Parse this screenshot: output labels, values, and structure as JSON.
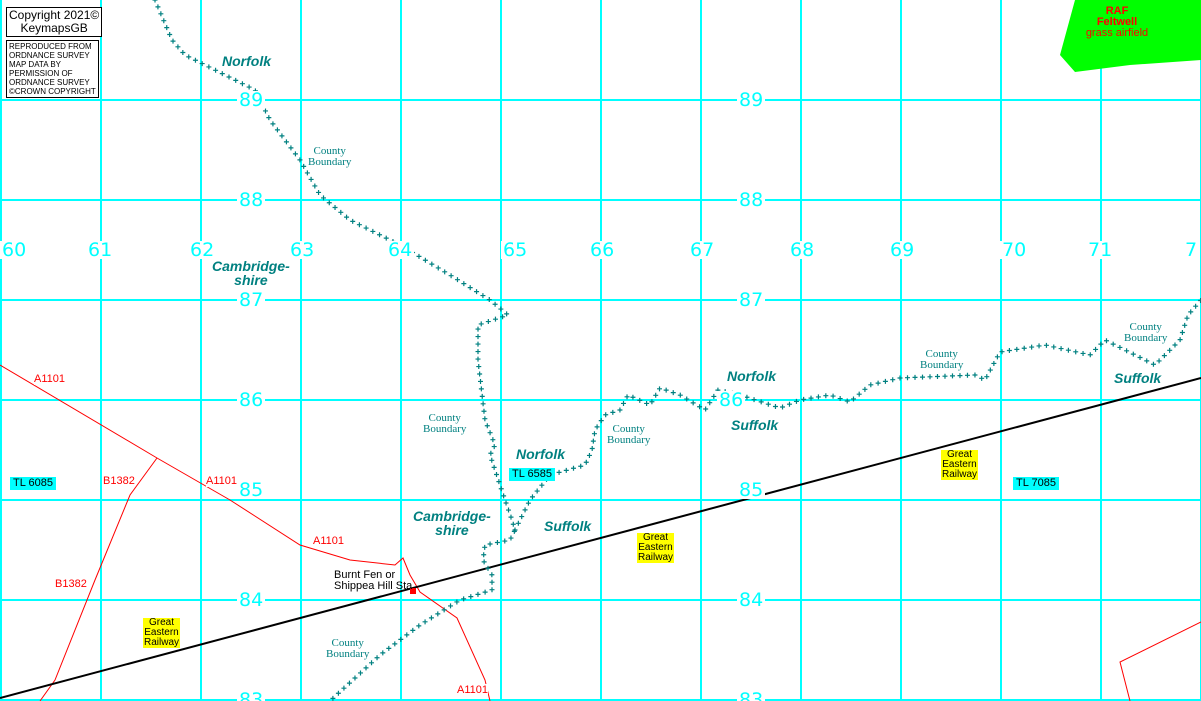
{
  "copyright": {
    "line1": "Copyright 2021©",
    "line2": "KeymapsGB"
  },
  "permission": [
    "REPRODUCED FROM",
    "ORDNANCE SURVEY",
    "MAP DATA BY",
    "PERMISSION OF",
    "ORDNANCE SURVEY",
    "©CROWN COPYRIGHT"
  ],
  "airfield": {
    "line1": "RAF",
    "line2": "Feltwell",
    "line3": "grass airfield",
    "color": "#00ff00"
  },
  "eastings": [
    "60",
    "61",
    "62",
    "63",
    "64",
    "65",
    "66",
    "67",
    "68",
    "69",
    "70",
    "71",
    "7"
  ],
  "northings_left": [
    "89",
    "88",
    "87",
    "86",
    "85",
    "84",
    "83"
  ],
  "northings_right": [
    "89",
    "88",
    "87",
    "86",
    "85",
    "84",
    "83"
  ],
  "counties": {
    "norfolk": "Norfolk",
    "cambs1": "Cambridge-",
    "cambs2": "shire",
    "suffolk": "Suffolk"
  },
  "boundary": {
    "l1": "County",
    "l2": "Boundary"
  },
  "roads": {
    "a1101": "A1101",
    "b1382": "B1382"
  },
  "railway": {
    "l1": "Great",
    "l2": "Eastern",
    "l3": "Railway"
  },
  "station": {
    "l1": "Burnt Fen or",
    "l2": "Shippea Hill Sta"
  },
  "grid_refs": [
    "TL 6085",
    "TL 6585",
    "TL 7085"
  ],
  "colors": {
    "grid": "#00ffff",
    "boundary": "#008080",
    "road": "#ff0000",
    "rail": "#000000"
  }
}
